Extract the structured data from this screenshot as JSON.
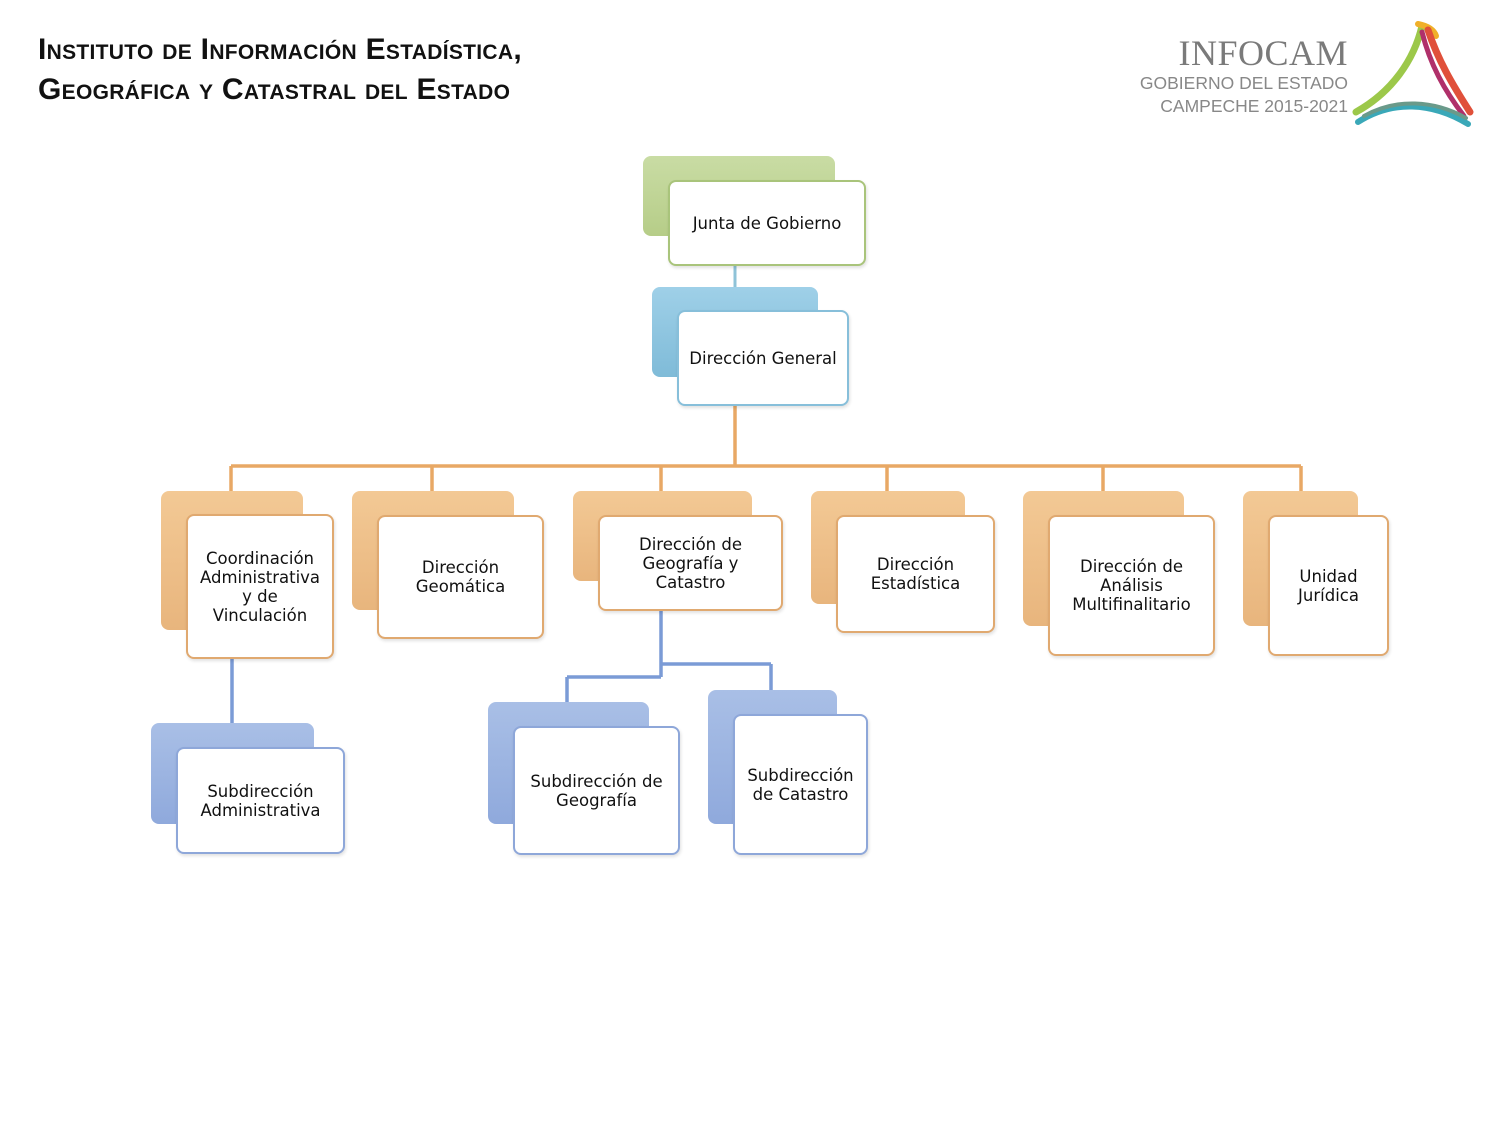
{
  "title": {
    "line1": "Instituto de Información Estadística,",
    "line2": "Geográfica y Catastral del Estado"
  },
  "logo": {
    "name": "INFOCAM",
    "line1": "GOBIERNO DEL ESTADO",
    "line2": "CAMPECHE 2015-2021",
    "icon": "infocam-triangle-logo"
  },
  "colors": {
    "green": "#b6cd88",
    "blue": "#87bfda",
    "orange": "#e8b57d",
    "periwinkle": "#8fa9dc",
    "connector_top": "#8fc3d8",
    "connector_orange": "#e8a865",
    "connector_blue": "#7b9bd6"
  },
  "org_chart": {
    "root": {
      "label": "Junta de Gobierno",
      "color": "green"
    },
    "director": {
      "label": "Dirección General",
      "color": "blue"
    },
    "units": [
      {
        "label": "Coordinación Administrativa y de Vinculación",
        "color": "orange",
        "children": [
          {
            "label": "Subdirección Administrativa",
            "color": "periwinkle"
          }
        ]
      },
      {
        "label": "Dirección Geomática",
        "color": "orange",
        "children": []
      },
      {
        "label": "Dirección de Geografía y Catastro",
        "color": "orange",
        "children": [
          {
            "label": "Subdirección de Geografía",
            "color": "periwinkle"
          },
          {
            "label": "Subdirección de Catastro",
            "color": "periwinkle"
          }
        ]
      },
      {
        "label": "Dirección Estadística",
        "color": "orange",
        "children": []
      },
      {
        "label": "Dirección de Análisis Multifinalitario",
        "color": "orange",
        "children": []
      },
      {
        "label": "Unidad Jurídica",
        "color": "orange",
        "children": []
      }
    ]
  }
}
